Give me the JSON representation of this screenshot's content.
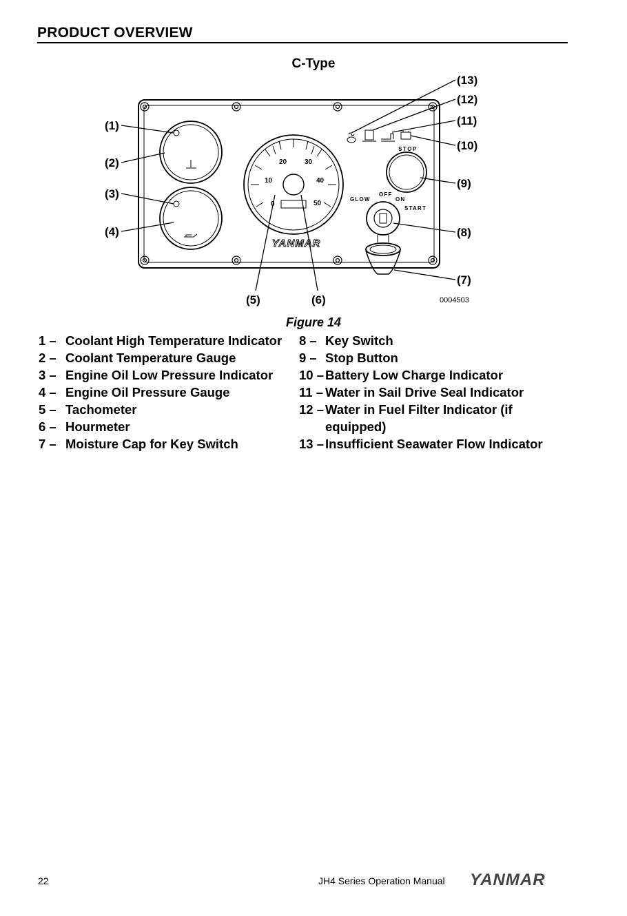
{
  "header": {
    "section_title": "PRODUCT OVERVIEW"
  },
  "figure": {
    "subtitle": "C-Type",
    "callouts": [
      "(1)",
      "(2)",
      "(3)",
      "(4)",
      "(5)",
      "(6)",
      "(7)",
      "(8)",
      "(9)",
      "(10)",
      "(11)",
      "(12)",
      "(13)"
    ],
    "drawing_number": "0004503",
    "caption": "Figure 14",
    "panel_labels": {
      "stop": "STOP",
      "off": "OFF",
      "on": "ON",
      "glow": "GLOW",
      "start": "START",
      "brand": "YANMAR",
      "tach_ticks": [
        "0",
        "10",
        "20",
        "30",
        "40",
        "50"
      ]
    }
  },
  "legend": {
    "left": [
      {
        "num": "1 –",
        "text": "Coolant High Temperature Indicator"
      },
      {
        "num": "2 –",
        "text": "Coolant Temperature Gauge"
      },
      {
        "num": "3 –",
        "text": "Engine Oil Low Pressure Indicator"
      },
      {
        "num": "4 –",
        "text": "Engine Oil Pressure Gauge"
      },
      {
        "num": "5 –",
        "text": "Tachometer"
      },
      {
        "num": "6 –",
        "text": "Hourmeter"
      },
      {
        "num": "7 –",
        "text": "Moisture Cap for Key Switch"
      }
    ],
    "right": [
      {
        "num": "8 –",
        "text": "Key Switch"
      },
      {
        "num": "9 –",
        "text": "Stop Button"
      },
      {
        "num": "10 –",
        "text": "Battery Low Charge Indicator"
      },
      {
        "num": "11 –",
        "text": "Water in Sail Drive Seal Indicator"
      },
      {
        "num": "12 –",
        "text": "Water in Fuel Filter Indicator (if equipped)"
      },
      {
        "num": "13 –",
        "text": "Insufficient Seawater Flow Indicator"
      }
    ]
  },
  "footer": {
    "page_number": "22",
    "manual_title": "JH4 Series Operation Manual",
    "logo_text": "YANMAR"
  }
}
